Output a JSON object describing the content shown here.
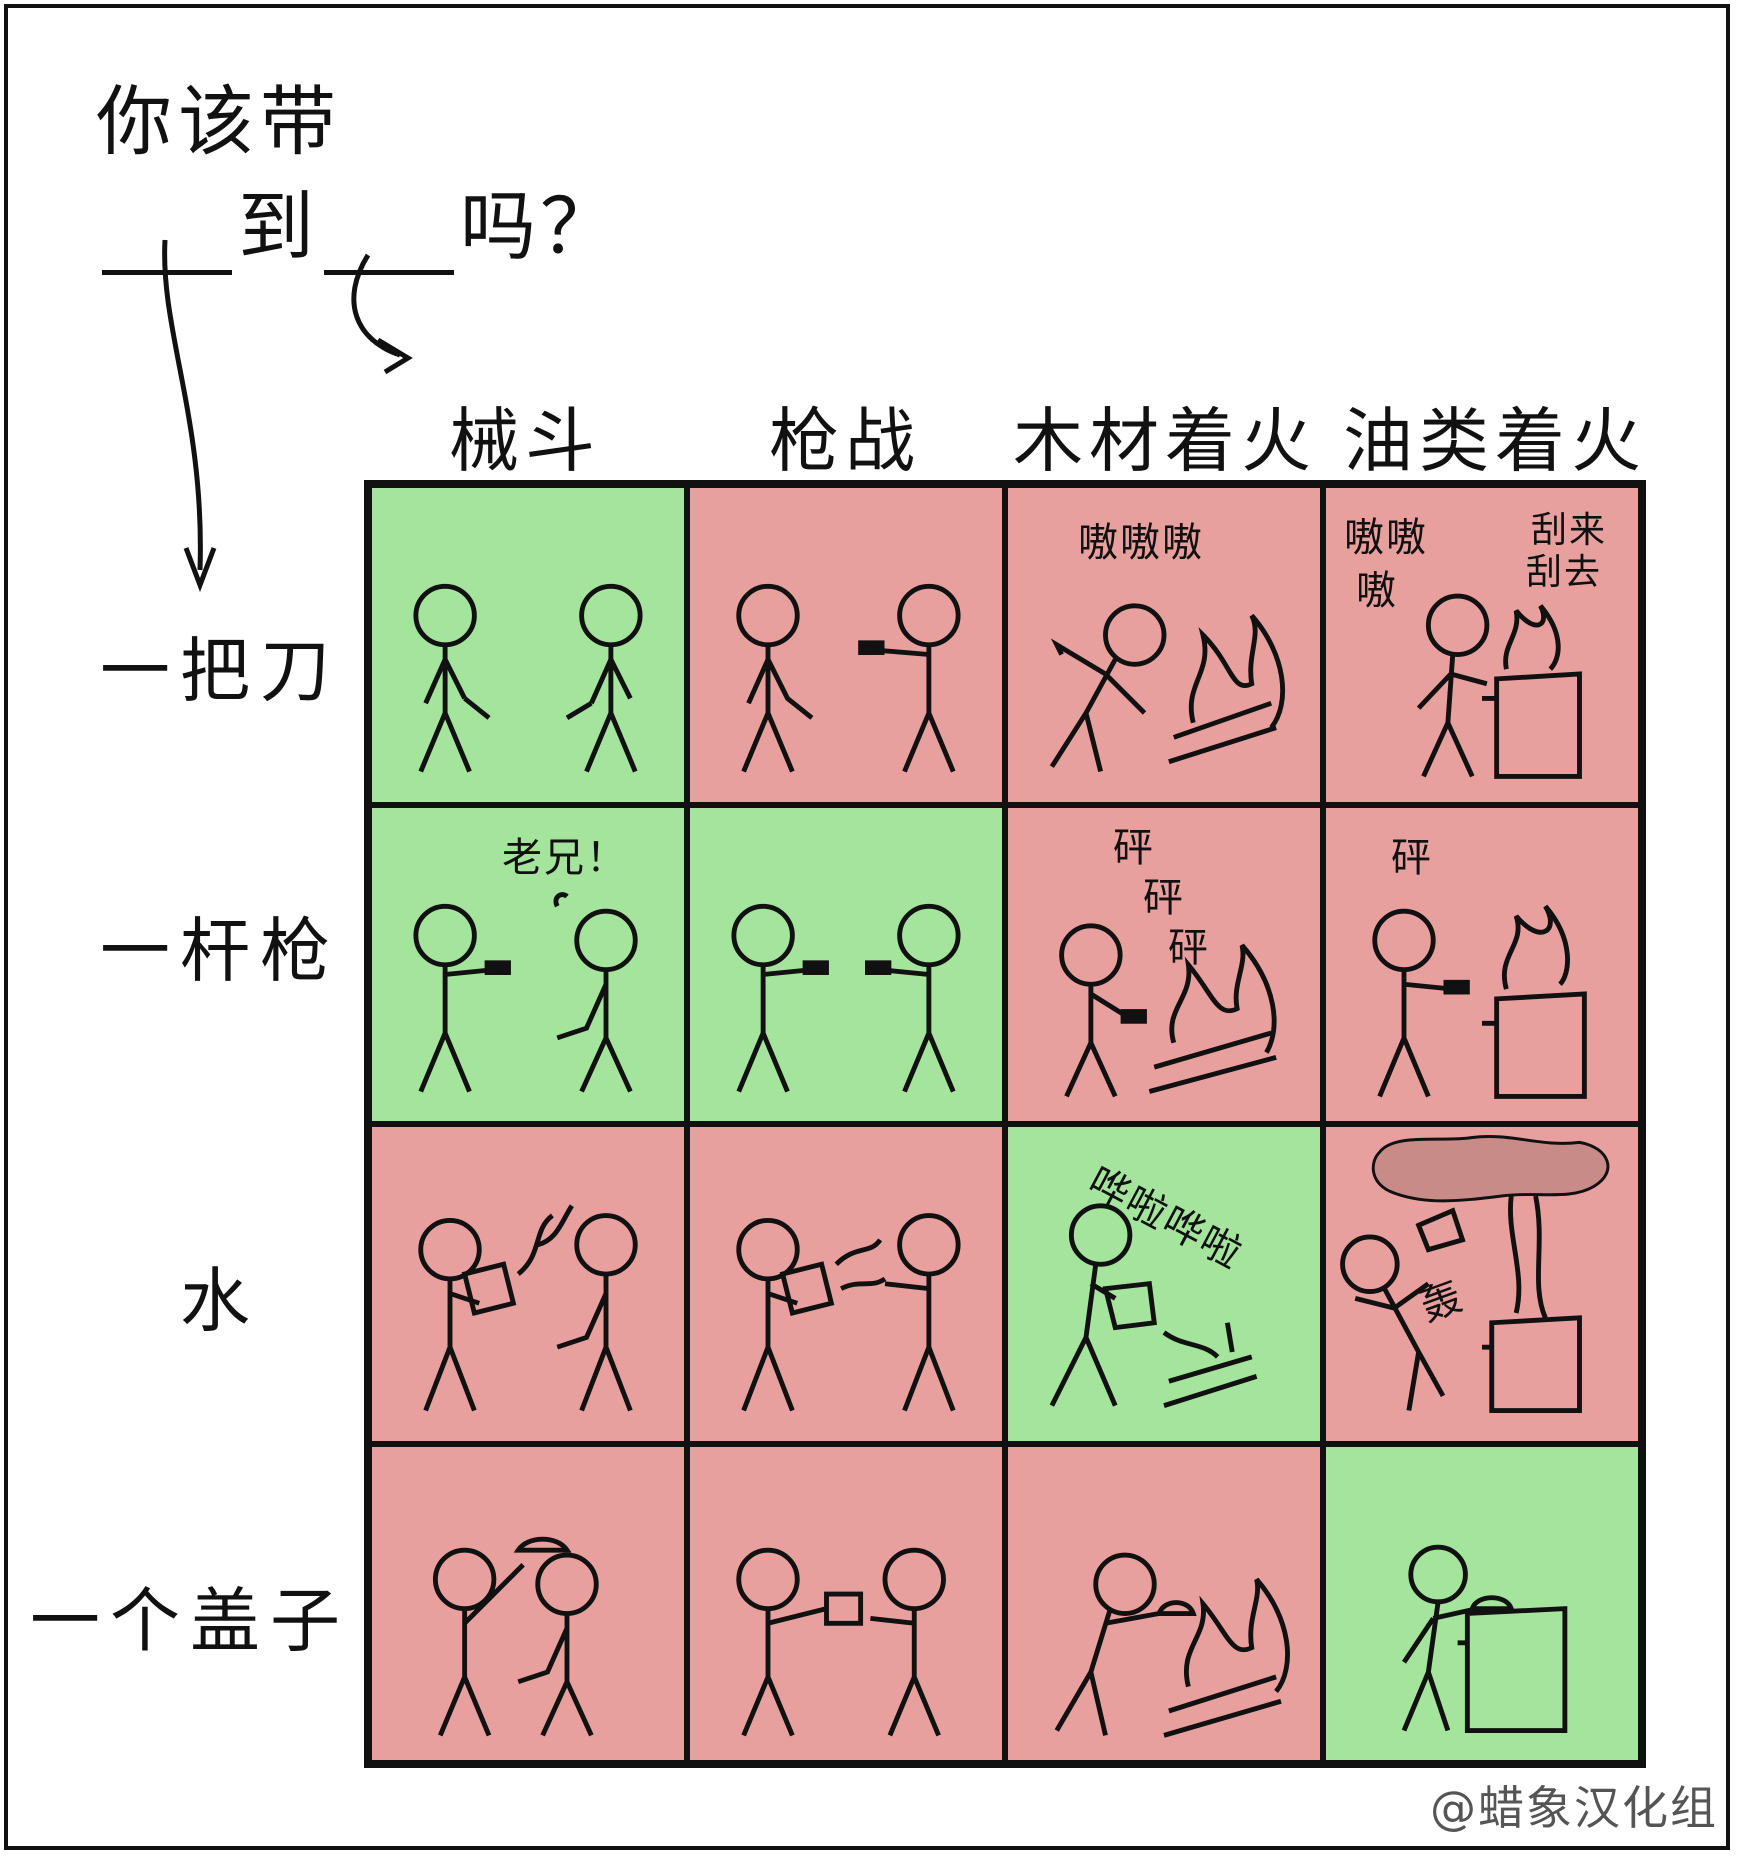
{
  "title": {
    "line1": "你该带",
    "mid": "到",
    "end": "吗？"
  },
  "columns": [
    "械斗",
    "枪战",
    "木材着火",
    "油类着火"
  ],
  "rows": [
    "一把刀",
    "一杆枪",
    "水",
    "一个盖子"
  ],
  "grid": [
    [
      "ok",
      "bad",
      "bad",
      "bad"
    ],
    [
      "ok",
      "ok",
      "bad",
      "bad"
    ],
    [
      "bad",
      "bad",
      "ok",
      "bad"
    ],
    [
      "bad",
      "bad",
      "bad",
      "ok"
    ]
  ],
  "sounds": {
    "knife_wood": "嗷嗷嗷",
    "knife_oil_a": "嗷嗷",
    "knife_oil_b": "嗷",
    "knife_oil_c": "刮来",
    "knife_oil_d": "刮去",
    "gun_knife": "老兄！",
    "gun_wood_1": "砰",
    "gun_wood_2": "砰",
    "gun_wood_3": "砰",
    "gun_oil": "砰",
    "water_wood": "哗啦哗啦",
    "water_oil": "轰"
  },
  "colors": {
    "good": "#a4e49c",
    "bad": "#e7a09e",
    "ink": "#111111"
  },
  "credit": "@蜡象汉化组"
}
